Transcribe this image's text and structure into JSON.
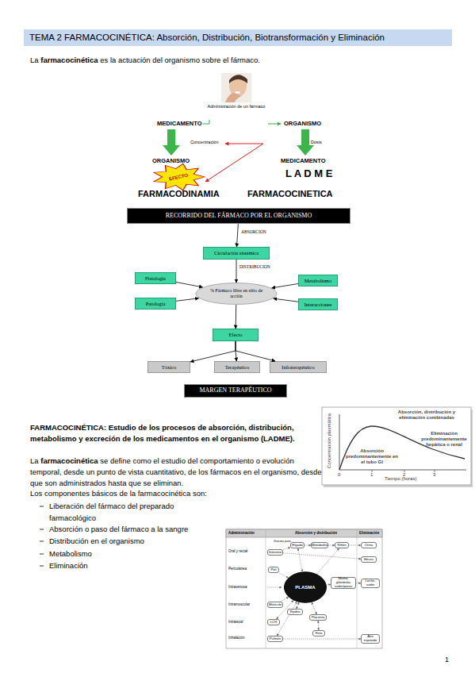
{
  "diagram": {
    "title": "TEMA 2 FARMACOCINÉTICA: Absorción, Distribución, Biotransformación y Eliminación",
    "nodes": [
      {
        "text": [
          "EFECTO"
        ]
      },
      {
        "text": [
          "RECORRIDO DEL FÁRMACO POR EL ORGANISMO"
        ]
      },
      {
        "text": [
          "Circulación sistémica"
        ]
      },
      {
        "text": [
          "Fisiología"
        ]
      },
      {
        "text": [
          "% Fármaco libre en sitio de acción"
        ]
      },
      {
        "text": [
          "Metabolismo"
        ]
      },
      {
        "text": [
          "Patología"
        ]
      },
      {
        "text": [
          "Interacciones"
        ]
      },
      {
        "text": [
          "Efecto"
        ]
      },
      {
        "text": [
          "Tóxico"
        ]
      },
      {
        "text": [
          "Terapéutico"
        ]
      },
      {
        "text": [
          "Infraterapéutico"
        ]
      },
      {
        "text": [
          "MARGEN TERAPÉUTICO"
        ]
      },
      {
        "text": [
          "Intestino"
        ]
      },
      {
        "text": [
          "Hígado"
        ]
      },
      {
        "text": [
          "Metabolito"
        ]
      },
      {
        "text": [
          "Riñón"
        ]
      },
      {
        "text": [
          "Orina"
        ]
      },
      {
        "text": [
          "Heces"
        ]
      },
      {
        "text": [
          "Piel"
        ]
      },
      {
        "text": [
          "PLASMA"
        ]
      },
      {
        "text": [
          "Mama, glándulas sudoríparas"
        ]
      },
      {
        "text": [
          "Leche, sudor"
        ]
      },
      {
        "text": [
          "Músculo"
        ]
      },
      {
        "text": [
          "Tejidos"
        ]
      },
      {
        "text": [
          "LCR"
        ]
      },
      {
        "text": [
          "Placenta"
        ]
      },
      {
        "text": [
          "Pulmón"
        ]
      },
      {
        "text": [
          "Feto"
        ]
      },
      {
        "text": [
          "Aire espirado"
        ]
      }
    ],
    "edges": [
      {
        "from": 1,
        "to": 2,
        "label": "ABSORCIÓN",
        "arrow": "to"
      },
      {
        "from": 2,
        "to": 4,
        "label": "DISTRIBUCIÓN",
        "arrow": "to"
      },
      {
        "from": 3,
        "to": 4,
        "arrow": "to"
      },
      {
        "from": 6,
        "to": 4,
        "arrow": "to"
      },
      {
        "from": 5,
        "to": 4,
        "arrow": "to"
      },
      {
        "from": 7,
        "to": 4,
        "arrow": "to"
      },
      {
        "from": 4,
        "to": 8,
        "arrow": "to"
      },
      {
        "from": 8,
        "to": 9,
        "arrow": "to"
      },
      {
        "from": 8,
        "to": 10,
        "arrow": "to"
      },
      {
        "from": 8,
        "to": 11,
        "arrow": "to"
      },
      {
        "from": 13,
        "to": 14,
        "label": "Sistema porta",
        "arrow": "to"
      },
      {
        "from": 13,
        "to": 18,
        "arrow": "to"
      },
      {
        "from": 14,
        "to": 15,
        "arrow": "to"
      },
      {
        "from": 15,
        "to": 16,
        "arrow": "to"
      },
      {
        "from": 16,
        "to": 17,
        "arrow": "to"
      },
      {
        "from": 14,
        "to": 20,
        "arrow": "both"
      },
      {
        "from": 20,
        "to": 16,
        "arrow": "to"
      },
      {
        "from": 19,
        "to": 20,
        "arrow": "to"
      },
      {
        "from": 20,
        "to": 21,
        "arrow": "to"
      },
      {
        "from": 21,
        "to": 22,
        "arrow": "to"
      },
      {
        "from": 23,
        "to": 20,
        "arrow": "to"
      },
      {
        "from": 24,
        "to": 20,
        "arrow": "both"
      },
      {
        "from": 25,
        "to": 20,
        "arrow": "both"
      },
      {
        "from": 20,
        "to": 26,
        "arrow": "both"
      },
      {
        "from": 26,
        "to": 28,
        "arrow": "both"
      },
      {
        "from": 27,
        "to": 20,
        "arrow": "both"
      },
      {
        "from": 27,
        "to": 29,
        "arrow": "to"
      }
    ],
    "labels": [
      "La",
      "farmacocinética",
      "es la actuación del organismo sobre el fármaco.",
      "Administración de un fármaco",
      "MEDICAMENTO",
      "ORGANISMO",
      "Concentración",
      "Dosis",
      "ORGANISMO",
      "MEDICAMENTO",
      "L A D M E",
      "FARMACODINAMIA",
      "FARMACOCINETICA",
      "FARMACOCINÉTICA: Estudio de los procesos de absorción, distribución, metabolismo y excreción de los medicamentos en el organismo (LADME).",
      "La",
      "farmacocinética",
      "se define como el estudio del comportamiento o evolución temporal, desde un punto de vista cuantitativo, de los fármacos en el organismo, desde que son administrados hasta que se eliminan.",
      "Los componentes básicos de la farmacocinética son:",
      "Liberación del fármaco del preparado farmacológico",
      "Absorción o paso del fármaco a la sangre",
      "Distribución en el organismo",
      "Metabolismo",
      "Eliminación",
      "Absorción, distribución y eliminación combinadas",
      "Eliminación predominantemente hepática o renal",
      "Absorción predominantemente en el tubo GI",
      "Concentración plasmática",
      "Tiempo (horas)",
      "0",
      "1",
      "2",
      "3",
      "Administración",
      "Absorción y distribución",
      "Eliminación",
      "Oral y rectal",
      "Percutánea",
      "Intravenosa",
      "Intramuscular",
      "Intratecal",
      "Inhalación",
      "1"
    ]
  }
}
